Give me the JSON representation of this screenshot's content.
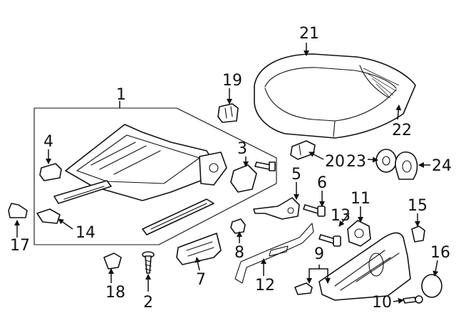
{
  "callouts": {
    "c1": "1",
    "c2": "2",
    "c3": "3",
    "c4": "4",
    "c5": "5",
    "c6": "6",
    "c7": "7",
    "c8": "8",
    "c9": "9",
    "c10": "10",
    "c11": "11",
    "c12": "12",
    "c13": "13",
    "c14": "14",
    "c15": "15",
    "c16": "16",
    "c17": "17",
    "c18": "18",
    "c19": "19",
    "c20": "20",
    "c21": "21",
    "c22": "22",
    "c23": "23",
    "c24": "24"
  },
  "colors": {
    "line": "#111111",
    "background": "#ffffff"
  }
}
